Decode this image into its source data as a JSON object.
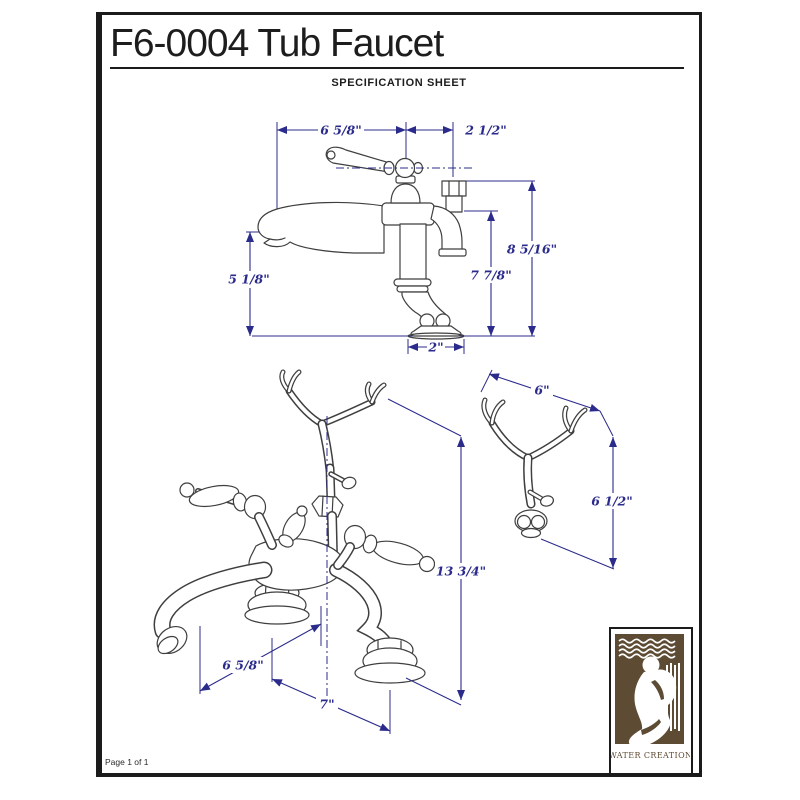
{
  "header": {
    "title": "F6-0004 Tub Faucet",
    "subtitle": "SPECIFICATION SHEET"
  },
  "footer": {
    "page_label": "Page 1 of 1"
  },
  "logo": {
    "brand": "WATER CREATION",
    "brown": "#5d4b33"
  },
  "colors": {
    "dimension_blue": "#2b2b8c",
    "line_art_gray": "#3f3f3f",
    "border_black": "#1b1b1b",
    "logo_brown": "#5d4b33"
  },
  "drawings": {
    "side_view": {
      "label": "faucet side view",
      "dimensions": {
        "spout_reach": "6 5/8\"",
        "handle_to_port": "2 1/2\"",
        "spout_height": "5 1/8\"",
        "port_height": "7 7/8\"",
        "overall_height": "8 5/16\"",
        "base_width": "2\""
      }
    },
    "perspective": {
      "label": "faucet perspective view with hand-shower cradle",
      "dimensions": {
        "overall_height": "13 3/4\"",
        "spout_to_center": "6 5/8\"",
        "faucet_centers": "7\""
      }
    },
    "cradle": {
      "label": "hand-shower cradle detail",
      "dimensions": {
        "width": "6\"",
        "height": "6 1/2\""
      }
    }
  }
}
